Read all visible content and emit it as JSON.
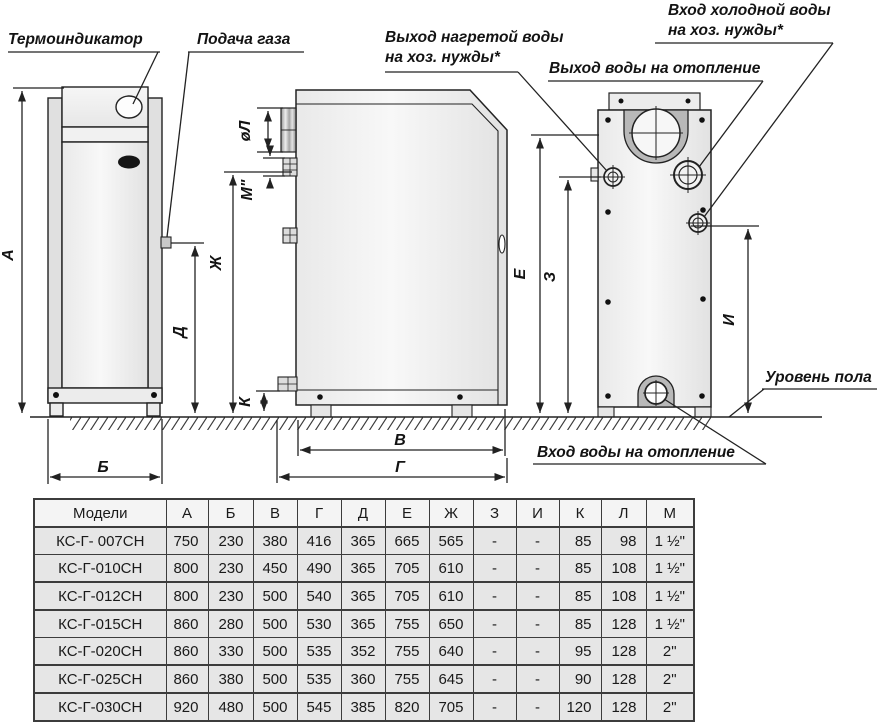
{
  "labels": {
    "thermo": "Термоиндикатор",
    "gas": "Подача газа",
    "dhw_out_1": "Выход нагретой воды",
    "dhw_out_2": "на хоз. нужды*",
    "cold_in_1": "Вход холодной воды",
    "cold_in_2": "на хоз. нужды*",
    "heat_out": "Выход воды на отопление",
    "heat_in": "Вход воды на отопление",
    "floor": "Уровень пола"
  },
  "dims": {
    "A": "А",
    "B": "Б",
    "V": "В",
    "G": "Г",
    "D": "Д",
    "E": "Е",
    "ZH": "Ж",
    "Z": "З",
    "I": "И",
    "K": "К",
    "L": "øЛ",
    "M": "М\""
  },
  "table": {
    "headers": [
      "Модели",
      "А",
      "Б",
      "В",
      "Г",
      "Д",
      "Е",
      "Ж",
      "З",
      "И",
      "К",
      "Л",
      "М"
    ],
    "rows": [
      [
        "КС-Г- 007СН",
        "750",
        "230",
        "380",
        "416",
        "365",
        "665",
        "565",
        "-",
        "-",
        "85",
        "98",
        "1 ½\""
      ],
      [
        "КС-Г-010СН",
        "800",
        "230",
        "450",
        "490",
        "365",
        "705",
        "610",
        "-",
        "-",
        "85",
        "108",
        "1 ½\""
      ],
      [
        "КС-Г-012СН",
        "800",
        "230",
        "500",
        "540",
        "365",
        "705",
        "610",
        "-",
        "-",
        "85",
        "108",
        "1 ½\""
      ],
      [
        "КС-Г-015СН",
        "860",
        "280",
        "500",
        "530",
        "365",
        "755",
        "650",
        "-",
        "-",
        "85",
        "128",
        "1 ½\""
      ],
      [
        "КС-Г-020СН",
        "860",
        "330",
        "500",
        "535",
        "352",
        "755",
        "640",
        "-",
        "-",
        "95",
        "128",
        "2\""
      ],
      [
        "КС-Г-025СН",
        "860",
        "380",
        "500",
        "535",
        "360",
        "755",
        "645",
        "-",
        "-",
        "90",
        "128",
        "2\""
      ],
      [
        "КС-Г-030СН",
        "920",
        "480",
        "500",
        "545",
        "385",
        "820",
        "705",
        "-",
        "-",
        "120",
        "128",
        "2\""
      ]
    ],
    "thick_row_indexes": [
      2,
      3,
      5,
      6
    ]
  },
  "colors": {
    "line": "#222222",
    "body_light": "#f0f0f0",
    "collar_gray": "#b8b8b8",
    "cell_gray": "#e6e6e6"
  }
}
